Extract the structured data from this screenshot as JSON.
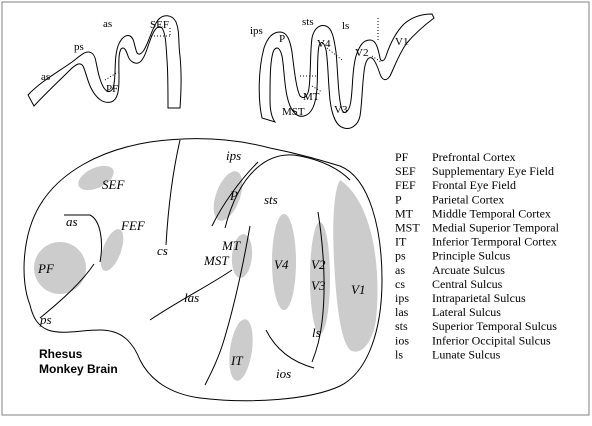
{
  "sections": {
    "labels": {
      "as": "as",
      "ps": "ps",
      "SEF": "SEF",
      "PF": "PF",
      "ips": "ips",
      "sts": "sts",
      "ls": "ls",
      "P": "P",
      "V4": "V4",
      "V2": "V2",
      "V1": "V1",
      "MT": "MT",
      "MST": "MST",
      "V3": "V3"
    }
  },
  "brain": {
    "labels": {
      "ips": "ips",
      "SEF": "SEF",
      "P": "P",
      "sts": "sts",
      "as": "as",
      "FEF": "FEF",
      "MT": "MT",
      "MST": "MST",
      "V4": "V4",
      "V2": "V2",
      "V3": "V3",
      "PF": "PF",
      "cs": "cs",
      "las": "las",
      "V1": "V1",
      "ps": "ps",
      "ls": "ls",
      "IT": "IT",
      "ios": "ios"
    },
    "title_line1": "Rhesus",
    "title_line2": "Monkey Brain"
  },
  "legend": [
    {
      "abbr": "PF",
      "name": "Prefrontal Cortex"
    },
    {
      "abbr": "SEF",
      "name": "Supplementary Eye Field"
    },
    {
      "abbr": "FEF",
      "name": "Frontal Eye Field"
    },
    {
      "abbr": "P",
      "name": "Parietal Cortex"
    },
    {
      "abbr": "MT",
      "name": "Middle Temporal Cortex"
    },
    {
      "abbr": "MST",
      "name": "Medial Superior Temporal"
    },
    {
      "abbr": "IT",
      "name": "Inferior Termporal Cortex"
    },
    {
      "abbr": "ps",
      "name": "Principle Sulcus"
    },
    {
      "abbr": "as",
      "name": "Arcuate Sulcus"
    },
    {
      "abbr": "cs",
      "name": "Central Sulcus"
    },
    {
      "abbr": "ips",
      "name": "Intraparietal Sulcus"
    },
    {
      "abbr": "las",
      "name": "Lateral Sulcus"
    },
    {
      "abbr": "sts",
      "name": "Superior Temporal Sulcus"
    },
    {
      "abbr": "ios",
      "name": "Inferior Occipital Sulcus"
    },
    {
      "abbr": "ls",
      "name": "Lunate Sulcus"
    }
  ],
  "colors": {
    "region_fill": "#cccccc",
    "stroke": "#000000",
    "frame": "#808080"
  }
}
